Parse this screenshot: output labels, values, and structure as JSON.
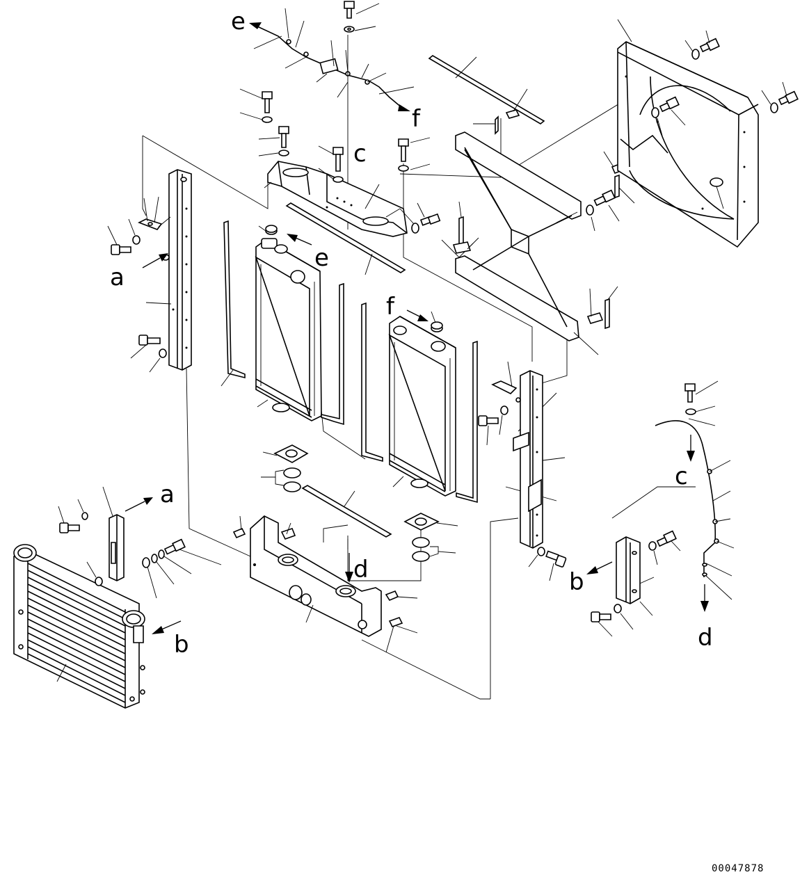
{
  "drawing": {
    "reference_letters": {
      "a": "a",
      "b": "b",
      "c": "c",
      "d": "d",
      "e": "e",
      "f": "f"
    },
    "document_number": "00047878"
  }
}
